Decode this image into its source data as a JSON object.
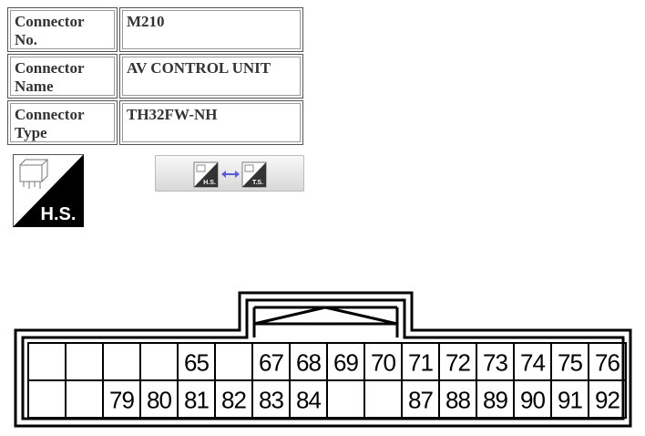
{
  "info": {
    "rows": [
      {
        "label": "Connector\nNo.",
        "value": "M210"
      },
      {
        "label": "Connector\nName",
        "value": "AV CONTROL UNIT"
      },
      {
        "label": "Connector\nType",
        "value": "TH32FW-NH"
      }
    ]
  },
  "hs_icon": {
    "text": "H.S."
  },
  "toggle": {
    "left_text": "H.S.",
    "right_text": "T.S."
  },
  "connector": {
    "row1": [
      "",
      "",
      "",
      "",
      "65",
      "",
      "67",
      "68",
      "69",
      "70",
      "71",
      "72",
      "73",
      "74",
      "75",
      "76"
    ],
    "row2": [
      "",
      "",
      "79",
      "80",
      "81",
      "82",
      "83",
      "84",
      "",
      "",
      "87",
      "88",
      "89",
      "90",
      "91",
      "92"
    ]
  }
}
